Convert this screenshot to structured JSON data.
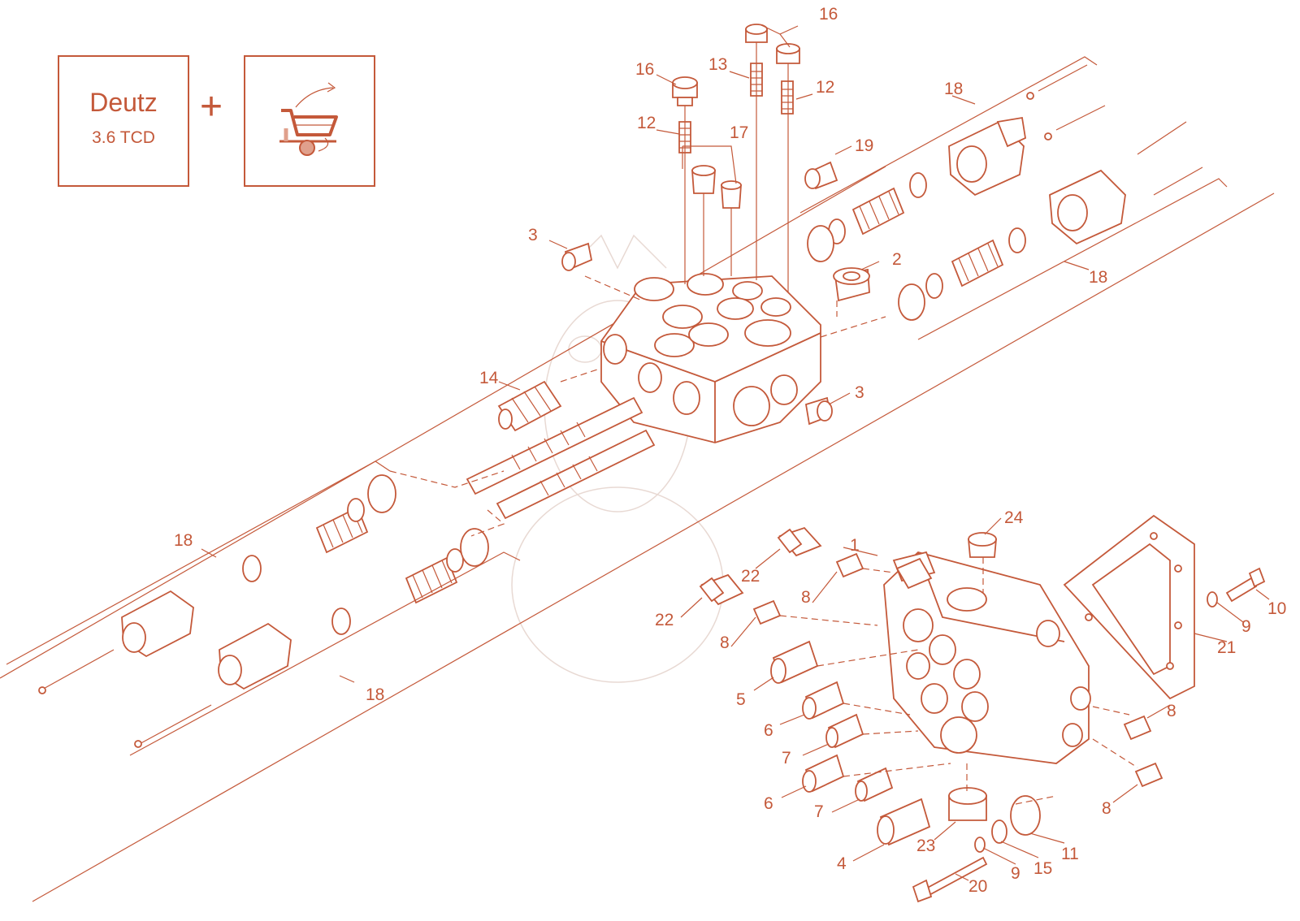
{
  "header": {
    "brand": "Deutz",
    "model": "3.6 TCD",
    "plus": "+"
  },
  "icons": {
    "equipment": "tipping-trailer-icon"
  },
  "colors": {
    "accent": "#c4593a"
  },
  "callouts": [
    "16",
    "16",
    "13",
    "12",
    "12",
    "17",
    "18",
    "19",
    "3",
    "2",
    "18",
    "14",
    "3",
    "18",
    "18",
    "24",
    "1",
    "22",
    "22",
    "8",
    "8",
    "10",
    "9",
    "21",
    "5",
    "6",
    "7",
    "6",
    "7",
    "8",
    "8",
    "4",
    "23",
    "9",
    "15",
    "11",
    "20"
  ]
}
